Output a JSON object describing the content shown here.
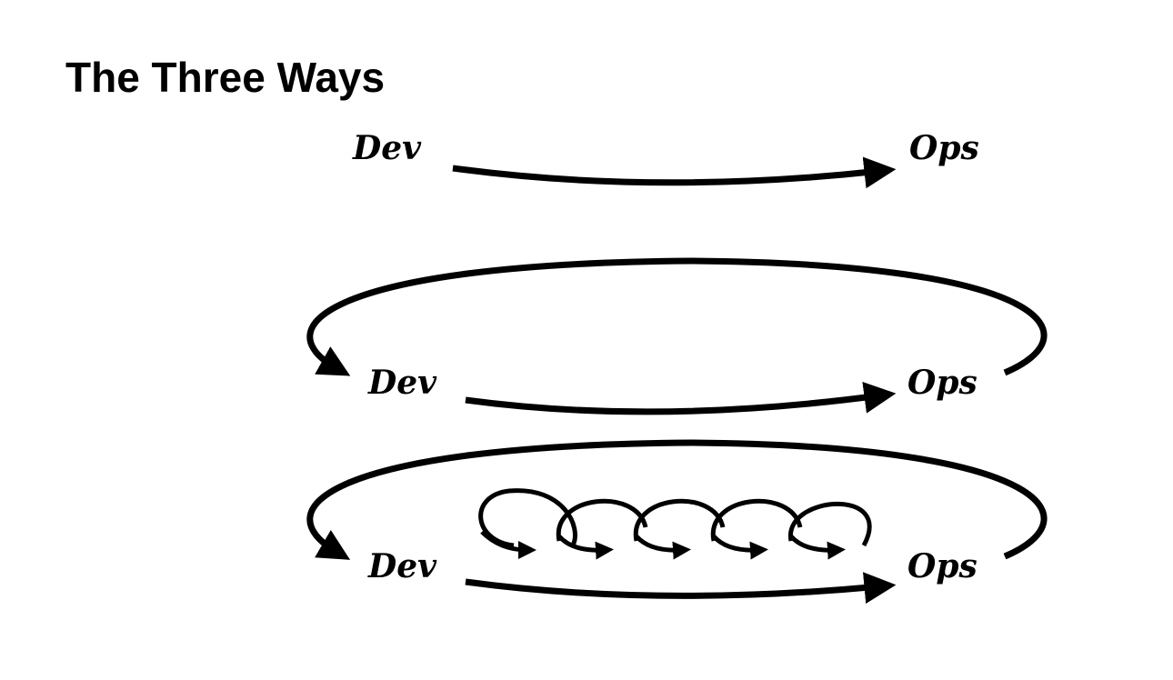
{
  "title": "The Three Ways",
  "rows": [
    {
      "dev": "Dev",
      "ops": "Ops"
    },
    {
      "dev": "Dev",
      "ops": "Ops"
    },
    {
      "dev": "Dev",
      "ops": "Ops"
    }
  ]
}
